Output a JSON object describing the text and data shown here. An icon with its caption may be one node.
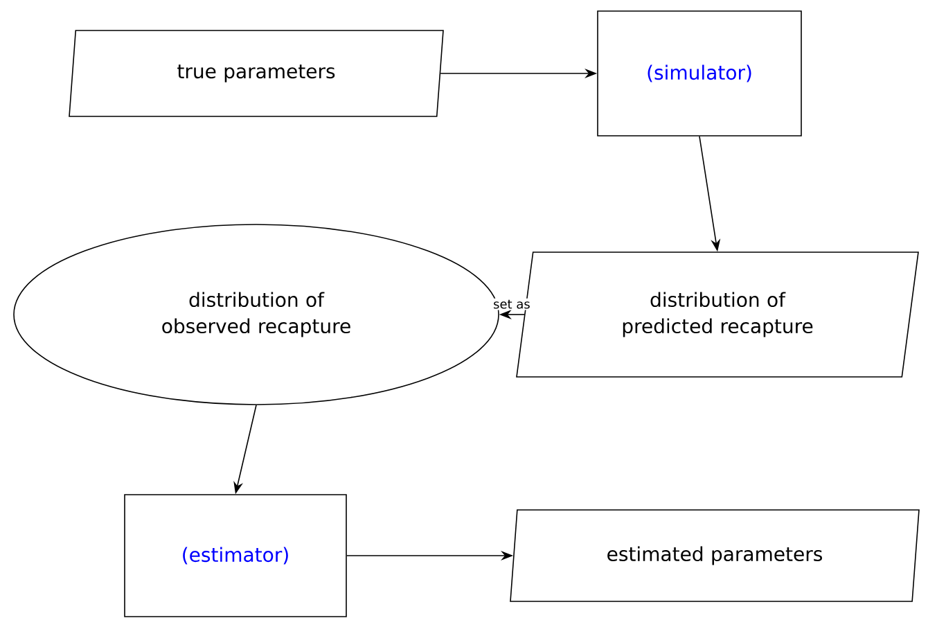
{
  "diagram": {
    "nodes": [
      {
        "text": [
          "true parameters"
        ]
      },
      {
        "text": [
          "(simulator)"
        ]
      },
      {
        "text": [
          "distribution of predicted recapture"
        ]
      },
      {
        "text": [
          "distribution of observed recapture"
        ]
      },
      {
        "text": [
          "(estimator)"
        ]
      },
      {
        "text": [
          "estimated parameters"
        ]
      }
    ],
    "edges": [
      {
        "from": 0,
        "to": 1,
        "arrow": "to"
      },
      {
        "from": 1,
        "to": 2,
        "arrow": "to"
      },
      {
        "from": 2,
        "to": 3,
        "arrow": "to",
        "label": "set as"
      },
      {
        "from": 3,
        "to": 4,
        "arrow": "to"
      },
      {
        "from": 4,
        "to": 5,
        "arrow": "to"
      }
    ]
  }
}
